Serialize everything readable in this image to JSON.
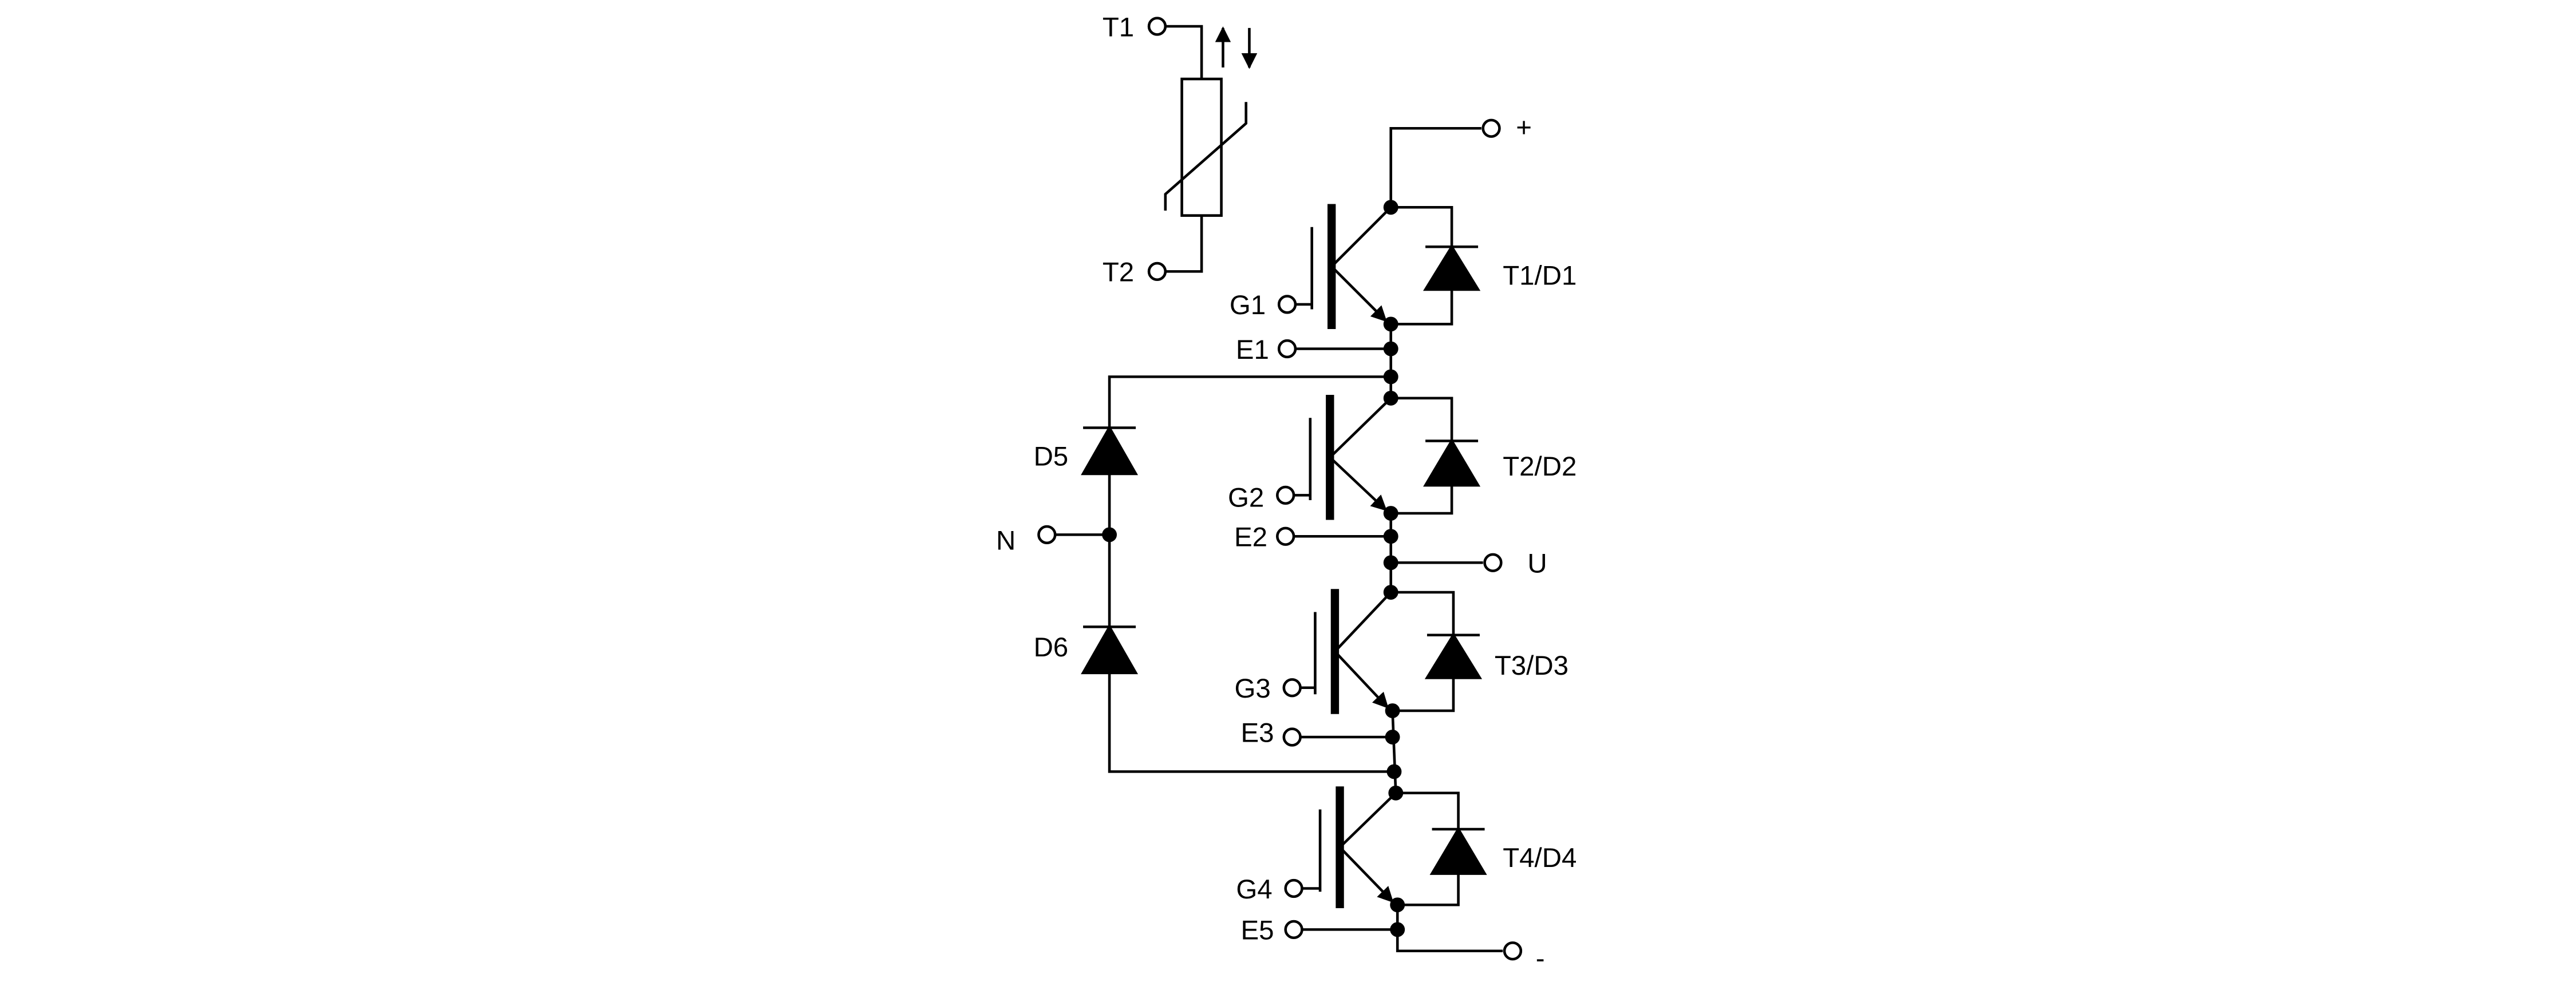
{
  "diagram": {
    "thermistor": {
      "terminal_top": "T1",
      "terminal_bottom": "T2"
    },
    "power_terminals": {
      "plus": "+",
      "minus": "-",
      "neutral": "N",
      "output": "U"
    },
    "switches": [
      {
        "gate": "G1",
        "emitter": "E1",
        "label": "T1/D1"
      },
      {
        "gate": "G2",
        "emitter": "E2",
        "label": "T2/D2"
      },
      {
        "gate": "G3",
        "emitter": "E3",
        "label": "T3/D3"
      },
      {
        "gate": "G4",
        "emitter": "E5",
        "label": "T4/D4"
      }
    ],
    "clamp_diodes": [
      {
        "label": "D5"
      },
      {
        "label": "D6"
      }
    ]
  }
}
